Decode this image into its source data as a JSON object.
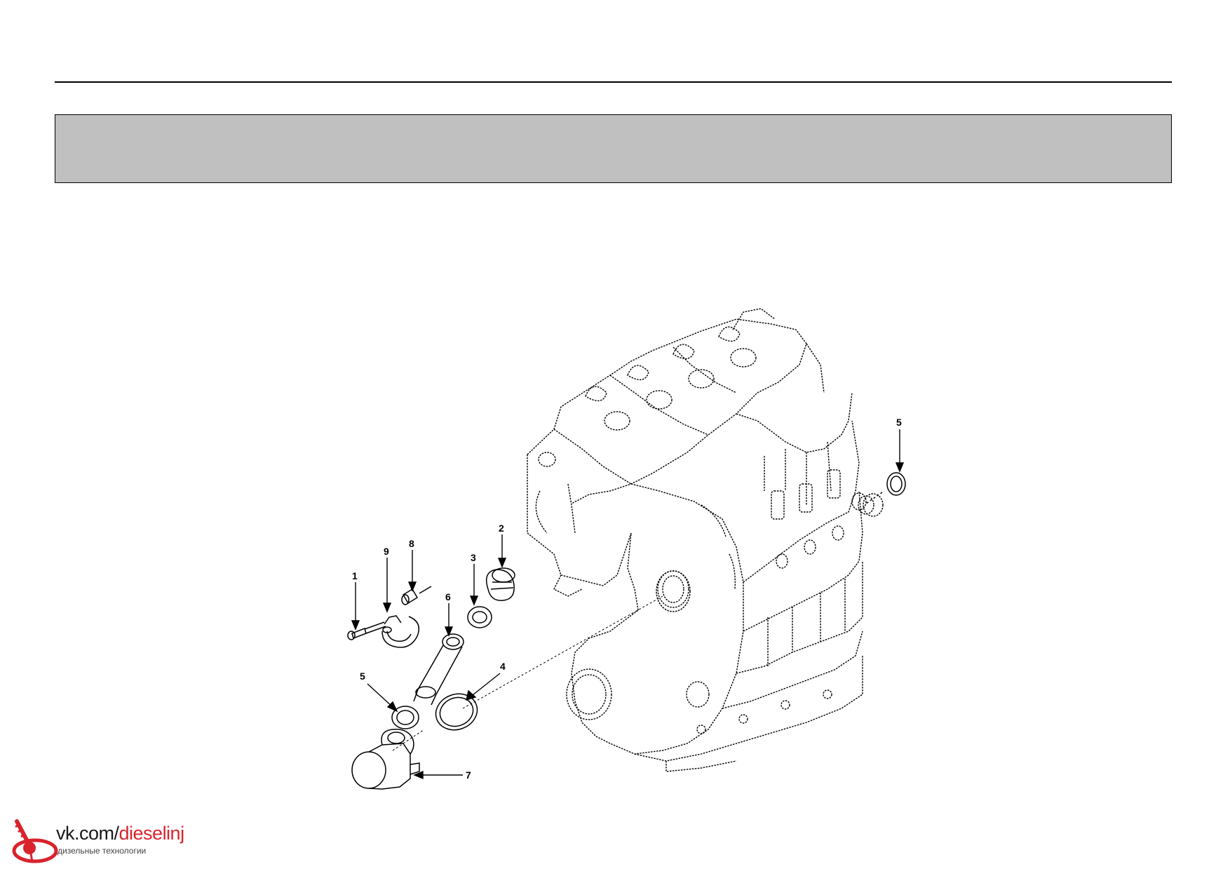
{
  "header": {
    "title": ""
  },
  "diagram": {
    "callouts": [
      {
        "id": "callout-1",
        "label": "1"
      },
      {
        "id": "callout-9",
        "label": "9"
      },
      {
        "id": "callout-8",
        "label": "8"
      },
      {
        "id": "callout-3",
        "label": "3"
      },
      {
        "id": "callout-2",
        "label": "2"
      },
      {
        "id": "callout-6",
        "label": "6"
      },
      {
        "id": "callout-5-left",
        "label": "5"
      },
      {
        "id": "callout-4",
        "label": "4"
      },
      {
        "id": "callout-7",
        "label": "7"
      },
      {
        "id": "callout-5-right",
        "label": "5"
      }
    ]
  },
  "watermark": {
    "url_prefix": "vk.com/",
    "url_suffix": "dieselinj",
    "subtitle": "дизельные технологии",
    "brand_color": "#d9232d"
  }
}
